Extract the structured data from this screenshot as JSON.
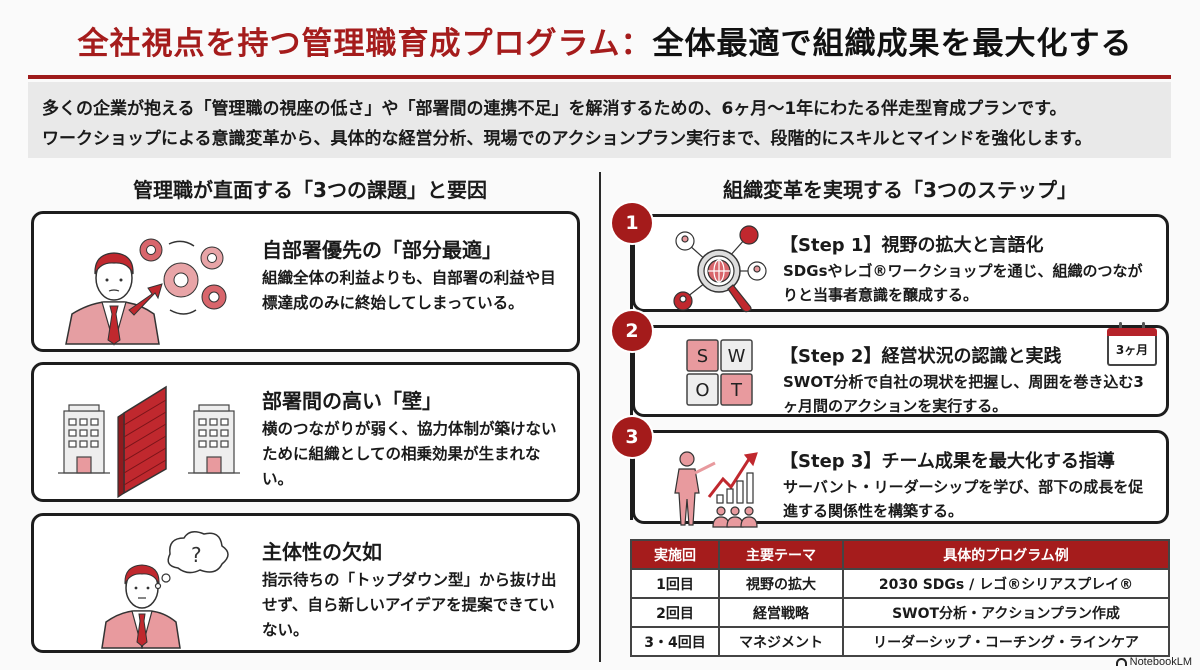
{
  "header": {
    "title_red": "全社視点を持つ管理職育成プログラム：",
    "title_black": "全体最適で組織成果を最大化する"
  },
  "intro": {
    "line1": "多くの企業が抱える「管理職の視座の低さ」や「部署間の連携不足」を解消するための、6ヶ月〜1年にわたる伴走型育成プランです。",
    "line2": "ワークショップによる意識変革から、具体的な経営分析、現場でのアクションプラン実行まで、段階的にスキルとマインドを強化します。"
  },
  "left": {
    "section_title": "管理職が直面する「3つの課題」と要因",
    "cards": [
      {
        "icon": "manager-with-gears-icon",
        "title": "自部署優先の「部分最適」",
        "body": "組織全体の利益よりも、自部署の利益や目標達成のみに終始してしまっている。"
      },
      {
        "icon": "buildings-with-brick-wall-icon",
        "title": "部署間の高い「壁」",
        "body": "横のつながりが弱く、協力体制が築けないために組織としての相乗効果が生まれない。"
      },
      {
        "icon": "confused-manager-thought-bubble-icon",
        "title": "主体性の欠如",
        "body": "指示待ちの「トップダウン型」から抜け出せず、自ら新しいアイデアを提案できていない。"
      }
    ]
  },
  "right": {
    "section_title": "組織変革を実現する「3つのステップ」",
    "steps": [
      {
        "number": "1",
        "icon": "magnifier-globe-network-icon",
        "title": "【Step 1】視野の拡大と言語化",
        "body": "SDGsやレゴ®ワークショップを通じ、組織のつながりと当事者意識を醸成する。"
      },
      {
        "number": "2",
        "icon": "swot-grid-icon",
        "swot": [
          "S",
          "W",
          "O",
          "T"
        ],
        "badge": "3ヶ月",
        "title": "【Step 2】経営状況の認識と実践",
        "body": "SWOT分析で自社の現状を把握し、周囲を巻き込む3ヶ月間のアクションを実行する。"
      },
      {
        "number": "3",
        "icon": "presenter-growth-chart-icon",
        "title": "【Step 3】チーム成果を最大化する指導",
        "body": "サーバント・リーダーシップを学び、部下の成長を促進する関係性を構築する。"
      }
    ],
    "table": {
      "headers": [
        "実施回",
        "主要テーマ",
        "具体的プログラム例"
      ],
      "rows": [
        [
          "1回目",
          "視野の拡大",
          "2030 SDGs / レゴ®シリアスプレイ®"
        ],
        [
          "2回目",
          "経営戦略",
          "SWOT分析・アクションプラン作成"
        ],
        [
          "3・4回目",
          "マネジメント",
          "リーダーシップ・コーチング・ラインケア"
        ]
      ]
    }
  },
  "colors": {
    "accent_red": "#a51c1c",
    "light_red": "#e89a9e",
    "intro_bg": "#e9e9e9",
    "border": "#1d1d1d"
  },
  "footer": {
    "brand": "NotebookLM"
  }
}
